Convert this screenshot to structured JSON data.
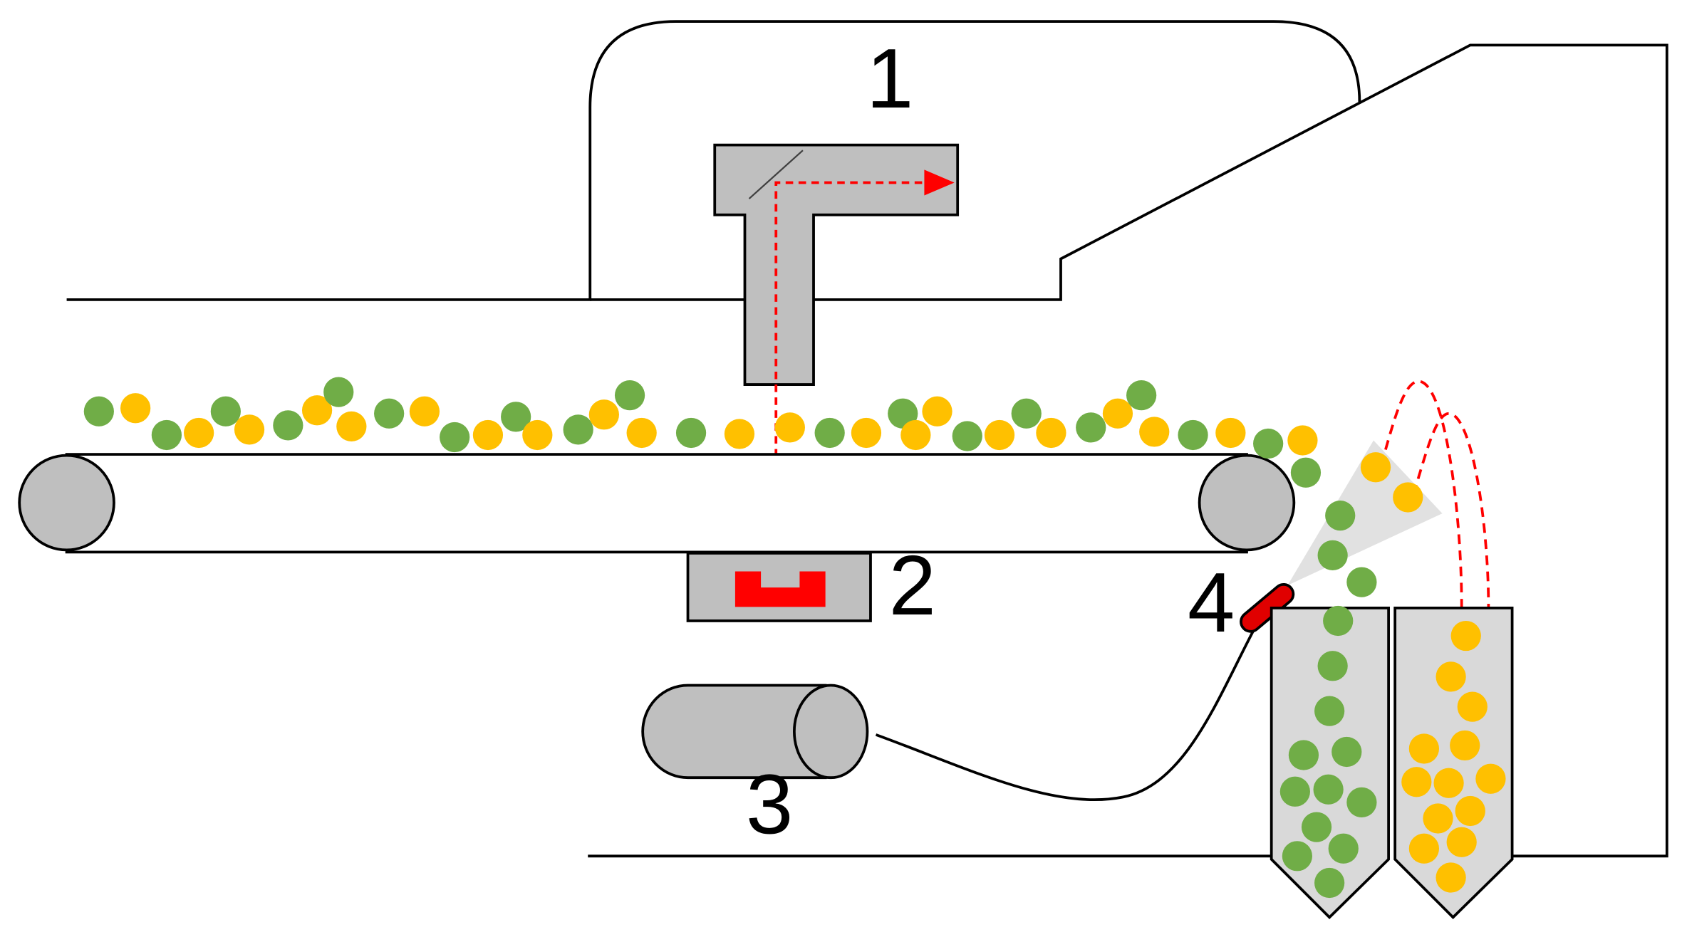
{
  "labels": {
    "sensor": "1",
    "detector": "2",
    "compressor": "3",
    "nozzle": "4"
  },
  "colors": {
    "accept": "#70ad47",
    "reject": "#ffc000",
    "beam": "#ff0000",
    "component_fill": "#bfbfbf",
    "bin_fill": "#d9d9d9",
    "outline": "#000000"
  }
}
